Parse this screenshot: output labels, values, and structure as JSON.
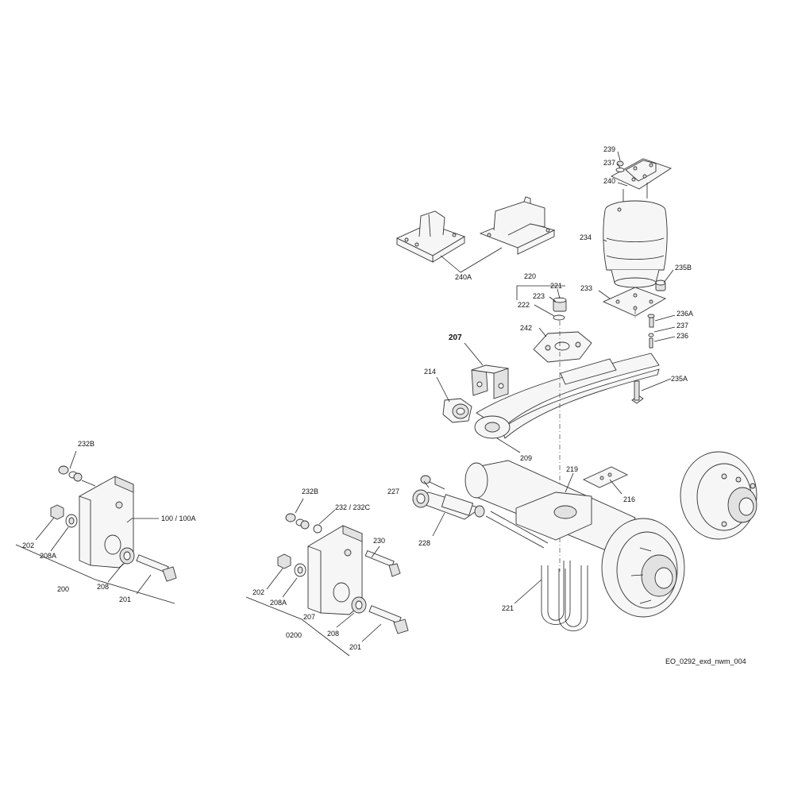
{
  "caption": "EO_0292_exd_nwm_004",
  "labels": {
    "l239": "239",
    "l237a": "237",
    "l240": "240",
    "l234": "234",
    "l240A": "240A",
    "l235B": "235B",
    "l233": "233",
    "l220": "220",
    "l221a": "221",
    "l223": "223",
    "l222": "222",
    "l236A": "236A",
    "l237b": "237",
    "l236": "236",
    "l242": "242",
    "l207a": "207",
    "l214": "214",
    "l235A": "235A",
    "l209": "209",
    "l219": "219",
    "l227": "227",
    "l216": "216",
    "l228": "228",
    "l221b": "221",
    "l232Ba": "232B",
    "l100": "100 / 100A",
    "l202a": "202",
    "l208Aa": "208A",
    "l208a": "208",
    "l201a": "201",
    "l200": "200",
    "l232Bb": "232B",
    "l232": "232 / 232C",
    "l230": "230",
    "l202b": "202",
    "l208Ab": "208A",
    "l207b": "207",
    "l208b": "208",
    "l0200": "0200",
    "l201b": "201"
  }
}
